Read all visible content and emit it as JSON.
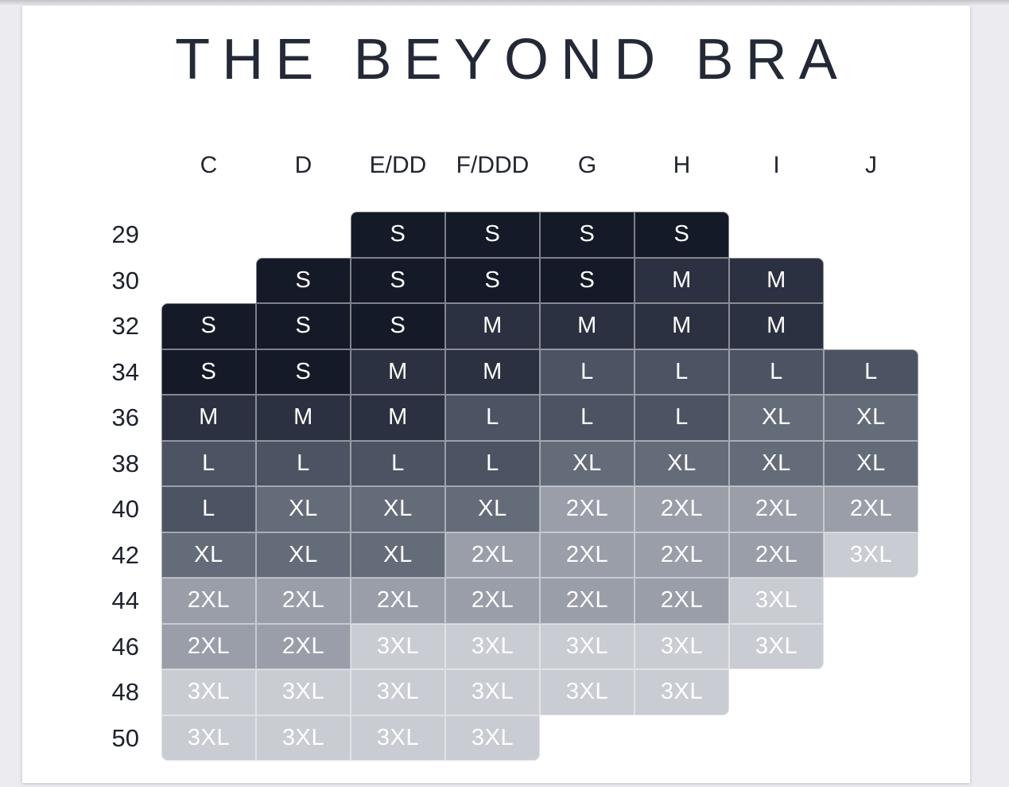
{
  "page": {
    "title": "THE BEYOND BRA"
  },
  "colors": {
    "page_bg": "#ebebf0",
    "card_bg": "#ffffff",
    "heading_text": "#232936",
    "cell_text": "#ffffff"
  },
  "chart_data": {
    "type": "heatmap",
    "title": "THE BEYOND BRA",
    "columns": [
      "C",
      "D",
      "E/DD",
      "F/DDD",
      "G",
      "H",
      "I",
      "J"
    ],
    "rows": [
      "29",
      "30",
      "32",
      "34",
      "36",
      "38",
      "40",
      "42",
      "44",
      "46",
      "48",
      "50"
    ],
    "cells": [
      [
        "",
        "",
        "S",
        "S",
        "S",
        "S",
        "",
        ""
      ],
      [
        "",
        "S",
        "S",
        "S",
        "S",
        "M",
        "M",
        ""
      ],
      [
        "S",
        "S",
        "S",
        "M",
        "M",
        "M",
        "M",
        ""
      ],
      [
        "S",
        "S",
        "M",
        "M",
        "L",
        "L",
        "L",
        "L"
      ],
      [
        "M",
        "M",
        "M",
        "L",
        "L",
        "L",
        "XL",
        "XL"
      ],
      [
        "L",
        "L",
        "L",
        "L",
        "XL",
        "XL",
        "XL",
        "XL"
      ],
      [
        "L",
        "XL",
        "XL",
        "XL",
        "2XL",
        "2XL",
        "2XL",
        "2XL"
      ],
      [
        "XL",
        "XL",
        "XL",
        "2XL",
        "2XL",
        "2XL",
        "2XL",
        "3XL"
      ],
      [
        "2XL",
        "2XL",
        "2XL",
        "2XL",
        "2XL",
        "2XL",
        "3XL",
        ""
      ],
      [
        "2XL",
        "2XL",
        "3XL",
        "3XL",
        "3XL",
        "3XL",
        "3XL",
        ""
      ],
      [
        "3XL",
        "3XL",
        "3XL",
        "3XL",
        "3XL",
        "3XL",
        "",
        ""
      ],
      [
        "3XL",
        "3XL",
        "3XL",
        "3XL",
        "",
        "",
        "",
        ""
      ]
    ],
    "size_colors": {
      "S": "#141a28",
      "M": "#2b3140",
      "L": "#4c5362",
      "XL": "#656c79",
      "2XL": "#9a9ea8",
      "3XL": "#c9ccd3"
    }
  }
}
